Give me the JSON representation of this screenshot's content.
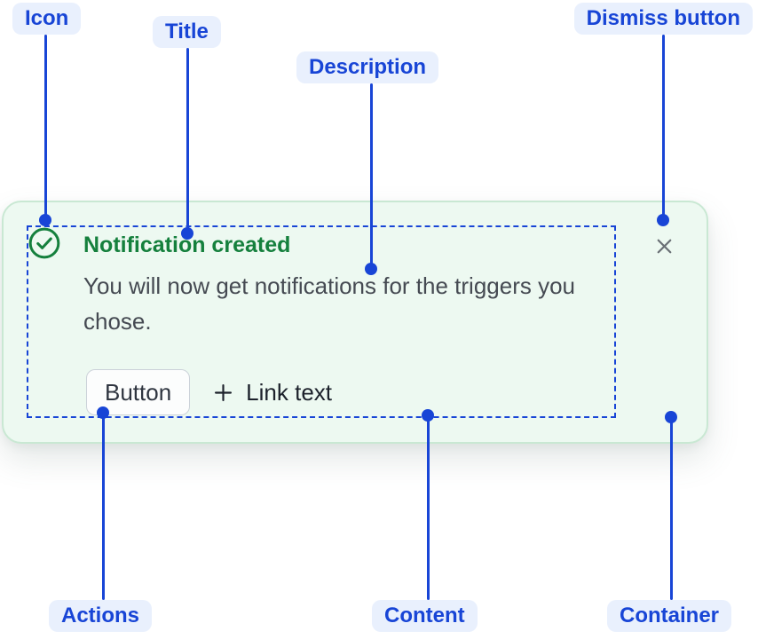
{
  "diagram": {
    "callouts": {
      "icon": "Icon",
      "title": "Title",
      "description": "Description",
      "dismiss": "Dismiss button",
      "actions": "Actions",
      "content": "Content",
      "container": "Container"
    }
  },
  "notification": {
    "title": "Notification created",
    "description": "You will now get notifications for the triggers you chose.",
    "actions": {
      "button_label": "Button",
      "link_label": "Link text"
    },
    "icons": {
      "status": "check-circle-icon",
      "dismiss": "close-icon",
      "link": "plus-icon"
    },
    "colors": {
      "accent_blue": "#1845d6",
      "callout_label_bg": "#e9f0fd",
      "success_green": "#15803d",
      "container_bg": "#edf9f1",
      "container_border": "#c9e8d3",
      "description_text": "#454a52"
    }
  }
}
